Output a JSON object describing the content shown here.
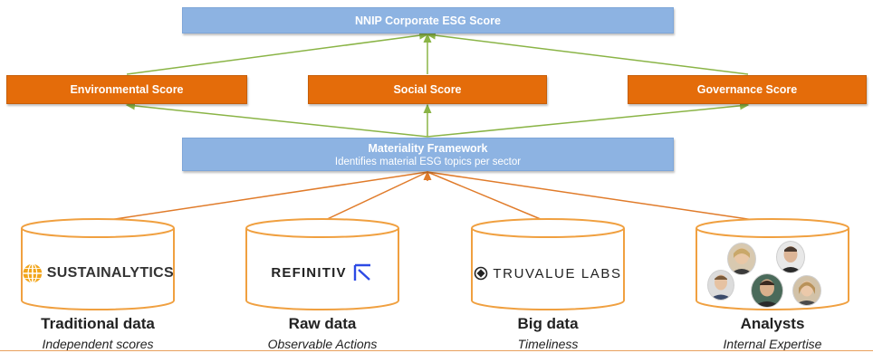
{
  "top": {
    "title": "NNIP Corporate ESG Score"
  },
  "scores": [
    {
      "label": "Environmental Score"
    },
    {
      "label": "Social Score"
    },
    {
      "label": "Governance Score"
    }
  ],
  "framework": {
    "title": "Materiality Framework",
    "subtitle": "Identifies material ESG topics per sector"
  },
  "sources": [
    {
      "logo_text": "SUSTAINALYTICS",
      "title": "Traditional data",
      "subtitle": "Independent scores"
    },
    {
      "logo_text": "REFINITIV",
      "title": "Raw data",
      "subtitle": "Observable Actions"
    },
    {
      "logo_text": "TRUVALUE LABS",
      "title": "Big data",
      "subtitle": "Timeliness"
    },
    {
      "logo_text": "",
      "title": "Analysts",
      "subtitle": "Internal Expertise"
    }
  ],
  "colors": {
    "blue_box": "#8db3e2",
    "orange_box": "#e46c0a",
    "green_arrow": "#8ab446",
    "orange_arrow": "#e07b2a",
    "cylinder_stroke": "#f0a040"
  }
}
